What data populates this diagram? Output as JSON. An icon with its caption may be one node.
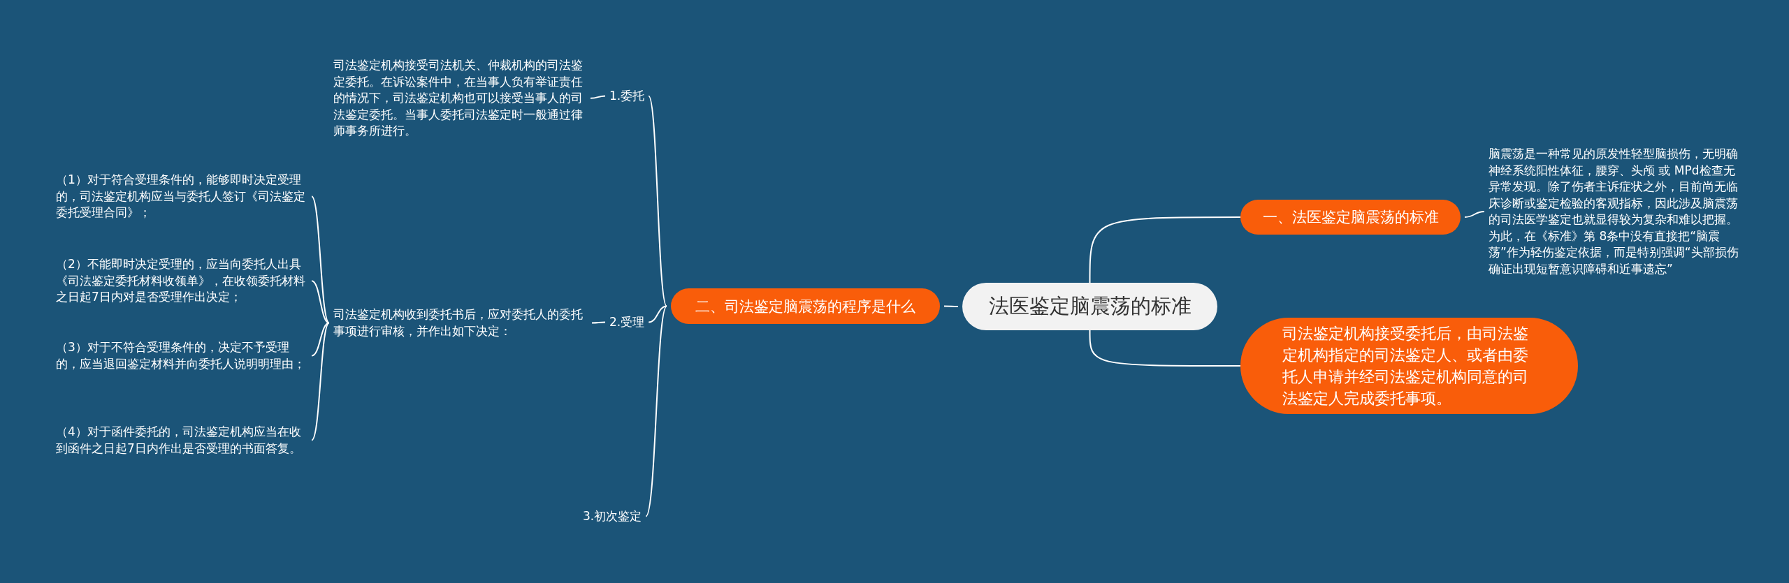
{
  "diagram": {
    "nodes": [
      {
        "text": [
          "法医鉴定脑震荡的标准"
        ]
      },
      {
        "text": [
          "一、法医鉴定脑震荡的标准"
        ]
      },
      {
        "text": [
          "脑震荡是一种常见的原发性轻型脑损伤，无明确神经系统阳性体征，腰穿、头颅 或 MPd检查无异常发现。除了伤者主诉症状之外，目前尚无临床诊断或鉴定检验的客观指标，因此涉及脑震荡的司法医学鉴定也就显得较为复杂和难以把握。为此，在《标准》第 8条中没有直接把“脑震荡”作为轻伤鉴定依据，而是特别强调“头部损伤确证出现短暂意识障碍和近事遗忘”"
        ]
      },
      {
        "text": [
          "司法鉴定机构接受委托后，由司法鉴定机构指定的司法鉴定人、或者由委托人申请并经司法鉴定机构同意的司法鉴定人完成委托事项。"
        ]
      },
      {
        "text": [
          "二、司法鉴定脑震荡的程序是什么"
        ]
      },
      {
        "text": [
          "1.委托"
        ]
      },
      {
        "text": [
          "司法鉴定机构接受司法机关、仲裁机构的司法鉴定委托。在诉讼案件中，在当事人负有举证责任的情况下，司法鉴定机构也可以接受当事人的司法鉴定委托。当事人委托司法鉴定时一般通过律师事务所进行。"
        ]
      },
      {
        "text": [
          "2.受理"
        ]
      },
      {
        "text": [
          "司法鉴定机构收到委托书后，应对委托人的委托事项进行审核，并作出如下决定："
        ]
      },
      {
        "text": [
          "（1）对于符合受理条件的，能够即时决定受理的，司法鉴定机构应当与委托人签订《司法鉴定委托受理合同》；"
        ]
      },
      {
        "text": [
          "（2）不能即时决定受理的，应当向委托人出具《司法鉴定委托材料收领单》，在收领委托材料之日起7日内对是否受理作出决定；"
        ]
      },
      {
        "text": [
          "（3）对于不符合受理条件的，决定不予受理的，应当退回鉴定材料并向委托人说明明理由；"
        ]
      },
      {
        "text": [
          "（4）对于函件委托的，司法鉴定机构应当在收到函件之日起7日内作出是否受理的书面答复。"
        ]
      },
      {
        "text": [
          "3.初次鉴定"
        ]
      }
    ],
    "edges": [
      {
        "from": 0,
        "to": 1,
        "arrow": "none"
      },
      {
        "from": 0,
        "to": 3,
        "arrow": "none"
      },
      {
        "from": 0,
        "to": 4,
        "arrow": "none"
      },
      {
        "from": 1,
        "to": 2,
        "arrow": "none"
      },
      {
        "from": 4,
        "to": 5,
        "arrow": "none"
      },
      {
        "from": 4,
        "to": 7,
        "arrow": "none"
      },
      {
        "from": 4,
        "to": 13,
        "arrow": "none"
      },
      {
        "from": 5,
        "to": 6,
        "arrow": "none"
      },
      {
        "from": 7,
        "to": 8,
        "arrow": "none"
      },
      {
        "from": 8,
        "to": 9,
        "arrow": "none"
      },
      {
        "from": 8,
        "to": 10,
        "arrow": "none"
      },
      {
        "from": 8,
        "to": 11,
        "arrow": "none"
      },
      {
        "from": 8,
        "to": 12,
        "arrow": "none"
      }
    ]
  }
}
